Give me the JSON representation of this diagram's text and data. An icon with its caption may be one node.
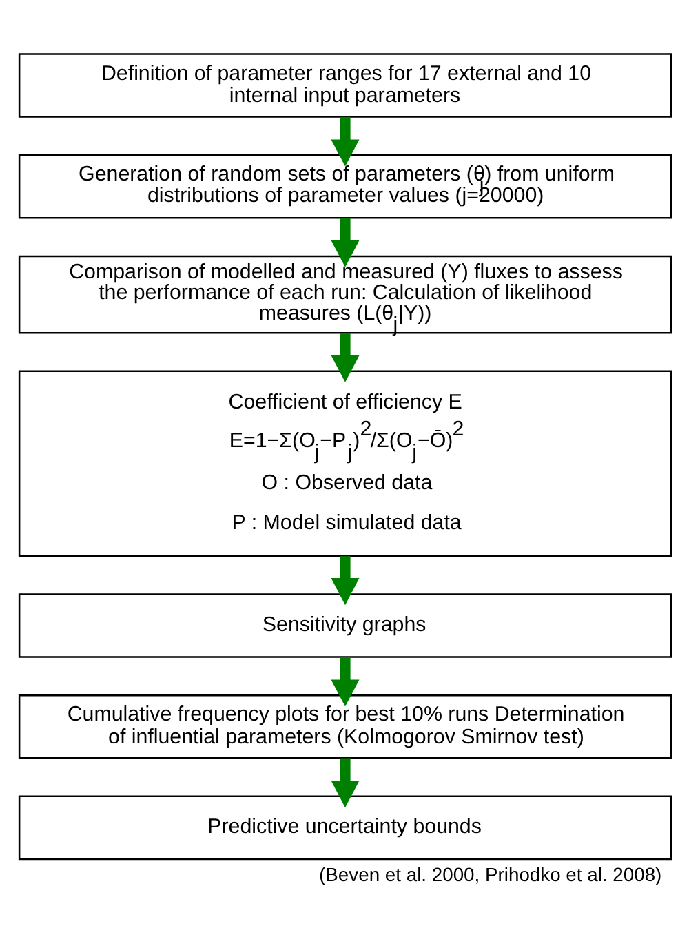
{
  "diagram": {
    "caption": "(Beven et al. 2000, Prihodko et al. 2008)",
    "nodes": [
      {
        "text": [
          "Definition of parameter ranges for 17 external and 10 internal input parameters"
        ]
      },
      {
        "text": [
          "Generation of random sets of parameters (θ$_{j}$) from uniform distributions of parameter values (j=20000)"
        ]
      },
      {
        "text": [
          "Comparison of modelled and measured (Y) fluxes to assess the performance of each run: Calculation of likelihood measures (L(θ$_{j}$|Y))"
        ]
      },
      {
        "text": [
          "Coefficient of efficiency E",
          "E=1−Σ(O$_{j}$−P$_{j}$)$^{2}$/Σ(O$_{j}$−Ō)$^{2}$",
          "O : Observed data",
          "P : Model simulated data"
        ]
      },
      {
        "text": [
          "Sensitivity graphs"
        ]
      },
      {
        "text": [
          "Cumulative frequency plots for best 10% runs Determination of influential parameters (Kolmogorov Smirnov test)"
        ]
      },
      {
        "text": [
          "Predictive uncertainty bounds"
        ]
      }
    ],
    "edges": [
      {
        "from": 0,
        "to": 1,
        "arrow": "to"
      },
      {
        "from": 1,
        "to": 2,
        "arrow": "to"
      },
      {
        "from": 2,
        "to": 3,
        "arrow": "to"
      },
      {
        "from": 3,
        "to": 4,
        "arrow": "to"
      },
      {
        "from": 4,
        "to": 5,
        "arrow": "to"
      },
      {
        "from": 5,
        "to": 6,
        "arrow": "to"
      }
    ]
  }
}
